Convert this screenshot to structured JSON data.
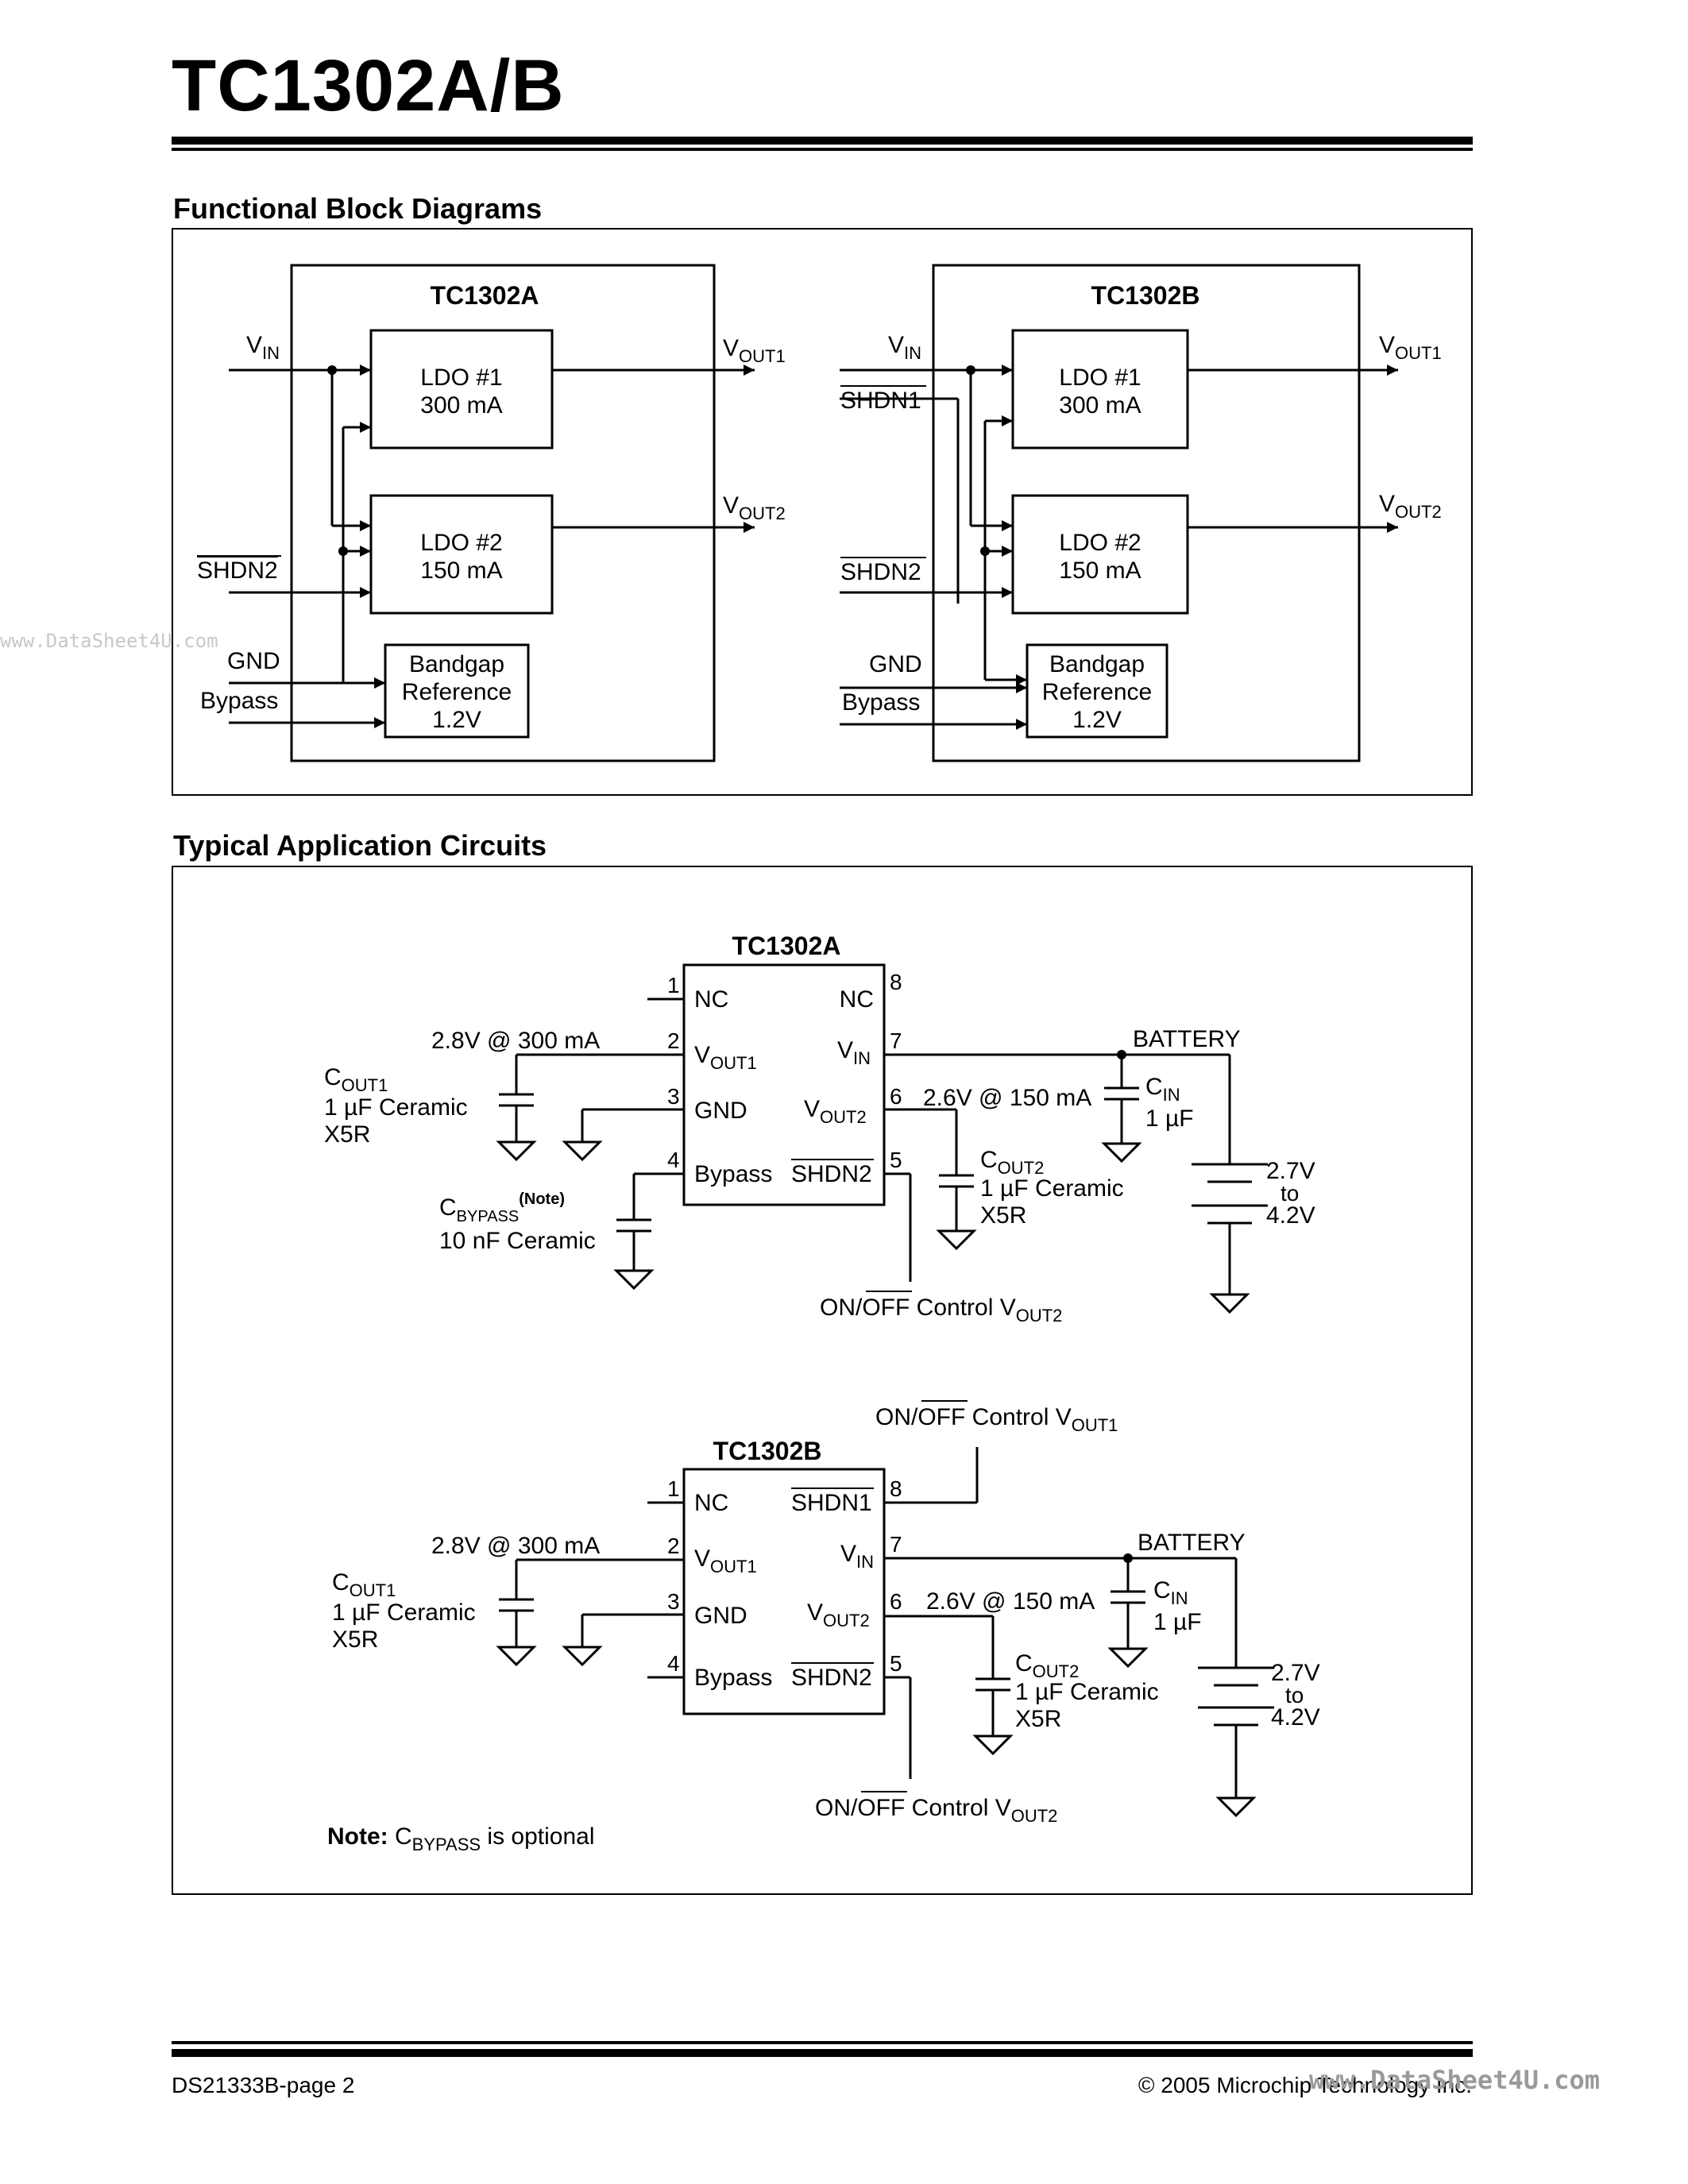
{
  "header": {
    "title": "TC1302A/B"
  },
  "sections": {
    "block_diagrams": "Functional Block Diagrams",
    "app_circuits": "Typical Application Circuits"
  },
  "block_a": {
    "chip": "TC1302A",
    "ldo1": {
      "name": "LDO #1",
      "current": "300 mA"
    },
    "ldo2": {
      "name": "LDO #2",
      "current": "150 mA"
    },
    "bandgap": {
      "line1": "Bandgap",
      "line2": "Reference",
      "line3": "1.2V"
    },
    "vin": "V",
    "vin_sub": "IN",
    "shdn2": "SHDN2",
    "gnd": "GND",
    "bypass": "Bypass",
    "vout1": "V",
    "vout1_sub": "OUT1",
    "vout2": "V",
    "vout2_sub": "OUT2"
  },
  "block_b": {
    "chip": "TC1302B",
    "ldo1": {
      "name": "LDO #1",
      "current": "300 mA"
    },
    "ldo2": {
      "name": "LDO #2",
      "current": "150 mA"
    },
    "bandgap": {
      "line1": "Bandgap",
      "line2": "Reference",
      "line3": "1.2V"
    },
    "vin": "V",
    "vin_sub": "IN",
    "shdn1": "SHDN1",
    "shdn2": "SHDN2",
    "gnd": "GND",
    "bypass": "Bypass",
    "vout1": "V",
    "vout1_sub": "OUT1",
    "vout2": "V",
    "vout2_sub": "OUT2"
  },
  "app_a": {
    "chip": "TC1302A",
    "pins": {
      "p1": "1",
      "p2": "2",
      "p3": "3",
      "p4": "4",
      "p5": "5",
      "p6": "6",
      "p7": "7",
      "p8": "8"
    },
    "pin_labels": {
      "nc_left": "NC",
      "vout1": "V",
      "vout1_sub": "OUT1",
      "gnd": "GND",
      "bypass": "Bypass",
      "nc_right": "NC",
      "vin": "V",
      "vin_sub": "IN",
      "vout2": "V",
      "vout2_sub": "OUT2",
      "shdn2": "SHDN2"
    },
    "out1_spec": "2.8V @ 300 mA",
    "out2_spec": "2.6V @ 150 mA",
    "battery": "BATTERY",
    "cout1": {
      "name": "C",
      "sub": "OUT1",
      "line2": "1 µF Ceramic",
      "line3": "X5R"
    },
    "cout2": {
      "name": "C",
      "sub": "OUT2",
      "line2": "1 µF Ceramic",
      "line3": "X5R"
    },
    "cin": {
      "name": "C",
      "sub": "IN",
      "line2": "1 µF"
    },
    "cbypass": {
      "name": "C",
      "sub": "BYPASS",
      "note": "(Note)",
      "line2": "10 nF Ceramic"
    },
    "batt_range": {
      "line1": "2.7V",
      "line2": "to",
      "line3": "4.2V"
    },
    "ctrl2": {
      "on": "ON/",
      "off": "OFF",
      "rest": " Control V",
      "sub": "OUT2"
    }
  },
  "app_b": {
    "chip": "TC1302B",
    "pins": {
      "p1": "1",
      "p2": "2",
      "p3": "3",
      "p4": "4",
      "p5": "5",
      "p6": "6",
      "p7": "7",
      "p8": "8"
    },
    "pin_labels": {
      "nc_left": "NC",
      "vout1": "V",
      "vout1_sub": "OUT1",
      "gnd": "GND",
      "bypass": "Bypass",
      "shdn1": "SHDN1",
      "vin": "V",
      "vin_sub": "IN",
      "vout2": "V",
      "vout2_sub": "OUT2",
      "shdn2": "SHDN2"
    },
    "out1_spec": "2.8V @ 300 mA",
    "out2_spec": "2.6V @ 150 mA",
    "battery": "BATTERY",
    "cout1": {
      "name": "C",
      "sub": "OUT1",
      "line2": "1 µF Ceramic",
      "line3": "X5R"
    },
    "cout2": {
      "name": "C",
      "sub": "OUT2",
      "line2": "1 µF Ceramic",
      "line3": "X5R"
    },
    "cin": {
      "name": "C",
      "sub": "IN",
      "line2": "1 µF"
    },
    "batt_range": {
      "line1": "2.7V",
      "line2": "to",
      "line3": "4.2V"
    },
    "ctrl1": {
      "on": "ON/",
      "off": "OFF",
      "rest": " Control V",
      "sub": "OUT1"
    },
    "ctrl2": {
      "on": "ON/",
      "off": "OFF",
      "rest": " Control V",
      "sub": "OUT2"
    }
  },
  "note": {
    "label": "Note:",
    "c": " C",
    "sub": "BYPASS",
    "rest": " is optional"
  },
  "watermarks": {
    "left": "www.DataSheet4U.com",
    "right": "www.DataSheet4U.com"
  },
  "footer": {
    "left": "DS21333B-page 2",
    "right": "© 2005 Microchip Technology Inc."
  }
}
